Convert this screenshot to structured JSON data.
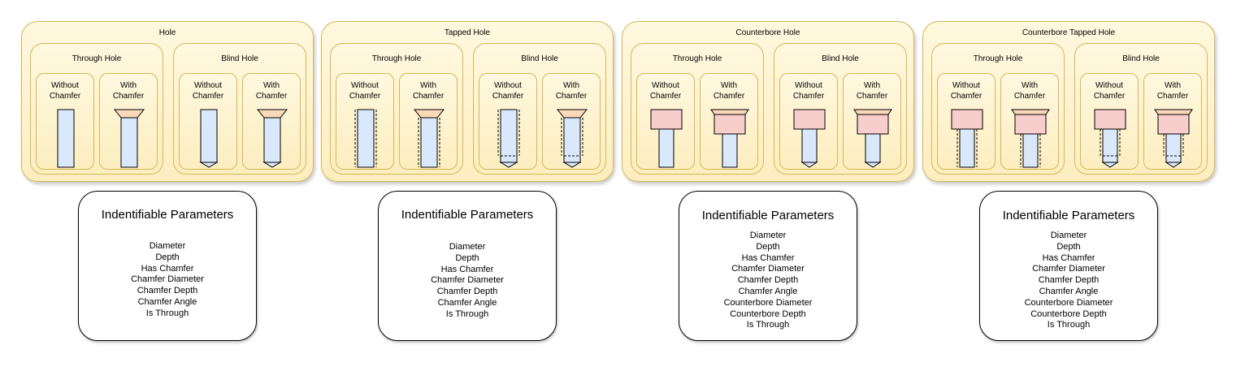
{
  "families": [
    {
      "title": "Hole",
      "kinds": [
        {
          "title": "Through Hole",
          "variants": [
            {
              "label": "Without\nChamfer"
            },
            {
              "label": "With\nChamfer"
            }
          ]
        },
        {
          "title": "Blind Hole",
          "variants": [
            {
              "label": "Without\nChamfer"
            },
            {
              "label": "With\nChamfer"
            }
          ]
        }
      ],
      "params_title": "Indentifiable Parameters",
      "params": [
        "Diameter",
        "Depth",
        "Has Chamfer",
        "Chamfer Diameter",
        "Chamfer Depth",
        "Chamfer Angle",
        "Is Through"
      ]
    },
    {
      "title": "Tapped Hole",
      "kinds": [
        {
          "title": "Through Hole",
          "variants": [
            {
              "label": "Without\nChamfer"
            },
            {
              "label": "With\nChamfer"
            }
          ]
        },
        {
          "title": "Blind Hole",
          "variants": [
            {
              "label": "Without\nChamfer"
            },
            {
              "label": "With\nChamfer"
            }
          ]
        }
      ],
      "params_title": "Indentifiable Parameters",
      "params": [
        "Diameter",
        "Depth",
        "Has Chamfer",
        "Chamfer Diameter",
        "Chamfer Depth",
        "Chamfer Angle",
        "Is Through"
      ]
    },
    {
      "title": "Counterbore Hole",
      "kinds": [
        {
          "title": "Through Hole",
          "variants": [
            {
              "label": "Without\nChamfer"
            },
            {
              "label": "With\nChamfer"
            }
          ]
        },
        {
          "title": "Blind Hole",
          "variants": [
            {
              "label": "Without\nChamfer"
            },
            {
              "label": "With\nChamfer"
            }
          ]
        }
      ],
      "params_title": "Indentifiable Parameters",
      "params": [
        "Diameter",
        "Depth",
        "Has Chamfer",
        "Chamfer Diameter",
        "Chamfer Depth",
        "Chamfer Angle",
        "Counterbore Diameter",
        "Counterbore Depth",
        "Is Through"
      ]
    },
    {
      "title": "Counterbore Tapped Hole",
      "kinds": [
        {
          "title": "Through Hole",
          "variants": [
            {
              "label": "Without\nChamfer"
            },
            {
              "label": "With\nChamfer"
            }
          ]
        },
        {
          "title": "Blind Hole",
          "variants": [
            {
              "label": "Without\nChamfer"
            },
            {
              "label": "With\nChamfer"
            }
          ]
        }
      ],
      "params_title": "Indentifiable Parameters",
      "params": [
        "Diameter",
        "Depth",
        "Has Chamfer",
        "Chamfer Diameter",
        "Chamfer Depth",
        "Chamfer Angle",
        "Counterbore Diameter",
        "Counterbore Depth",
        "Is Through"
      ]
    }
  ],
  "colors": {
    "panel_border": "#d6b656",
    "hole_fill": "#dae8fc",
    "chamfer_fill": "#fad9b8",
    "counterbore_fill": "#f8cecc",
    "outline": "#000000"
  }
}
